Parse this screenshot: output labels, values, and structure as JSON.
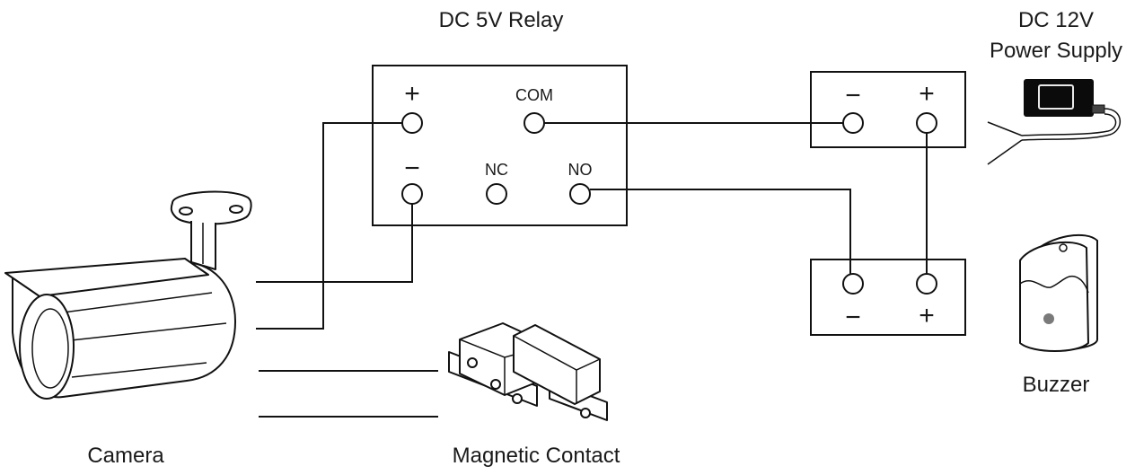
{
  "labels": {
    "relay_title": "DC 5V Relay",
    "power_title_line1": "DC 12V",
    "power_title_line2": "Power Supply",
    "camera": "Camera",
    "magnetic_contact": "Magnetic Contact",
    "buzzer": "Buzzer"
  },
  "relay_terminals": {
    "plus": "+",
    "com": "COM",
    "minus": "−",
    "nc": "NC",
    "no": "NO"
  },
  "power_terminals": {
    "minus": "−",
    "plus": "+"
  },
  "buzzer_terminals": {
    "minus": "−",
    "plus": "+"
  },
  "icons": {
    "camera": "cctv-bullet-camera-icon",
    "magnetic_contact": "door-magnetic-contact-icon",
    "buzzer": "buzzer-icon",
    "power_supply": "power-adapter-icon"
  }
}
